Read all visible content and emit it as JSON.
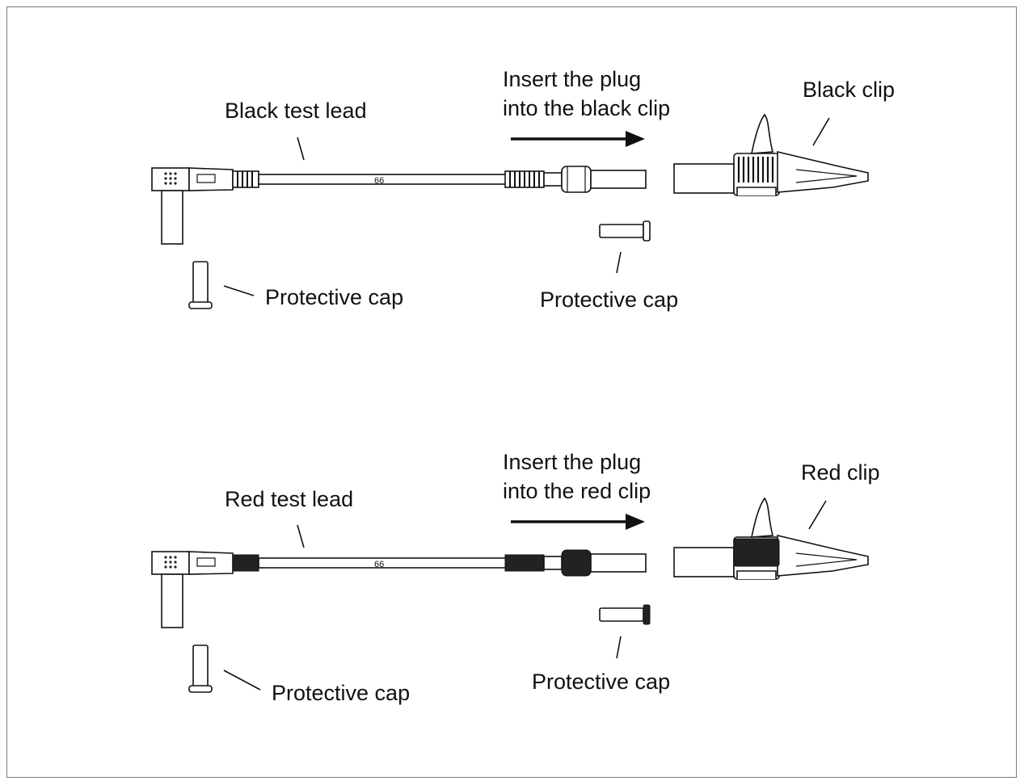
{
  "black_section": {
    "lead_label": "Black test lead",
    "instruction_line1": "Insert the plug",
    "instruction_line2": "into the black clip",
    "clip_label": "Black clip",
    "cap_label_left": "Protective cap",
    "cap_label_right": "Protective cap",
    "cable_mark": "66"
  },
  "red_section": {
    "lead_label": "Red test lead",
    "instruction_line1": "Insert the plug",
    "instruction_line2": "into the red clip",
    "clip_label": "Red clip",
    "cap_label_left": "Protective cap",
    "cap_label_right": "Protective cap",
    "cable_mark": "66"
  },
  "colors": {
    "ink": "#111111",
    "frame": "#7a7a7a",
    "background": "#ffffff"
  }
}
